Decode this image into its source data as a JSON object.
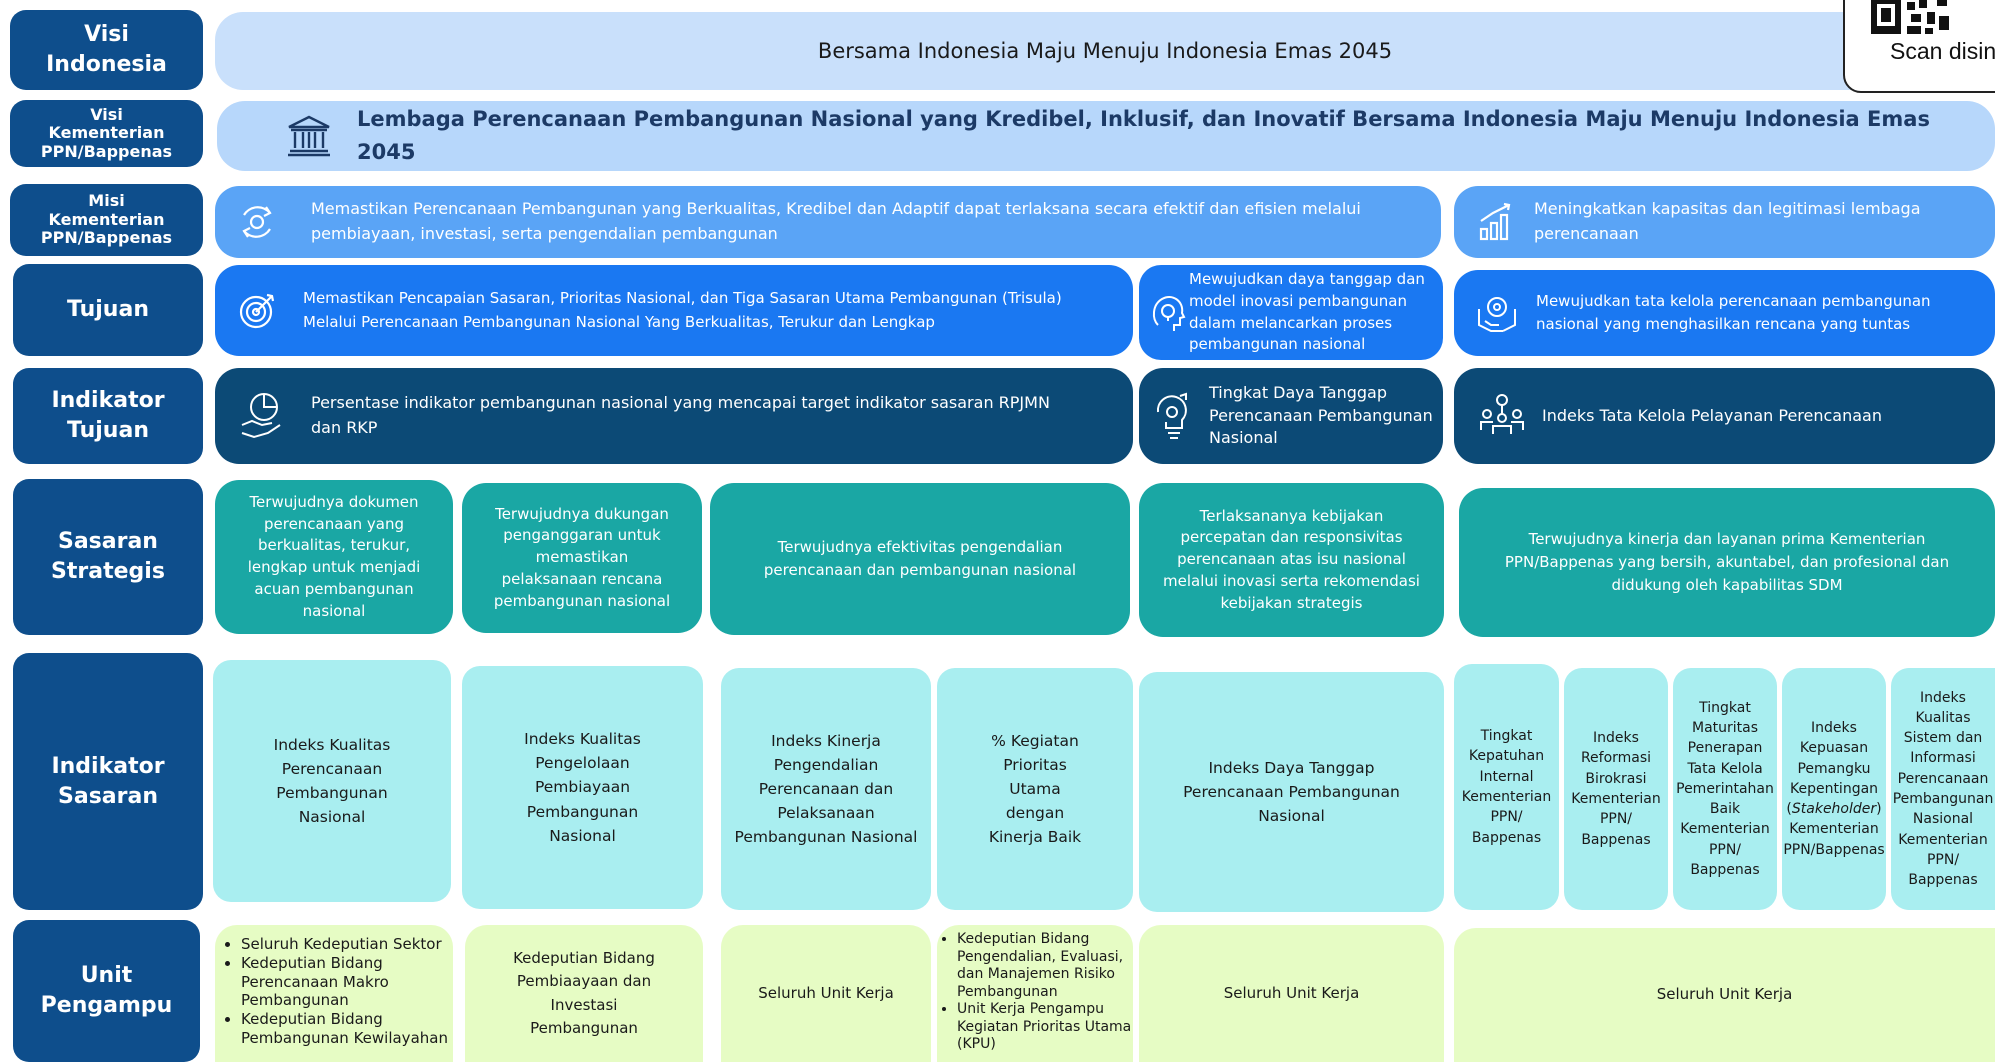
{
  "row_labels": {
    "visi_indonesia": [
      "Visi",
      "Indonesia"
    ],
    "visi_kementerian": [
      "Visi",
      "Kementerian",
      "PPN/Bappenas"
    ],
    "misi_kementerian": [
      "Misi",
      "Kementerian",
      "PPN/Bappenas"
    ],
    "tujuan": [
      "Tujuan"
    ],
    "indikator_tujuan": [
      "Indikator",
      "Tujuan"
    ],
    "sasaran_strategis": [
      "Sasaran",
      "Strategis"
    ],
    "indikator_sasaran": [
      "Indikator",
      "Sasaran"
    ],
    "unit_pengampu": [
      "Unit",
      "Pengampu"
    ]
  },
  "visi_indonesia": "Bersama Indonesia Maju Menuju Indonesia Emas 2045",
  "visi_kementerian": "Lembaga Perencanaan Pembangunan Nasional yang Kredibel, Inklusif, dan Inovatif Bersama Indonesia Maju Menuju Indonesia Emas 2045",
  "misi": [
    "Memastikan Perencanaan Pembangunan yang Berkualitas, Kredibel dan Adaptif dapat terlaksana secara efektif dan efisien melalui pembiayaan, investasi, serta pengendalian pembangunan",
    "Meningkatkan kapasitas dan legitimasi lembaga perencanaan"
  ],
  "tujuan": [
    "Memastikan Pencapaian Sasaran, Prioritas Nasional, dan Tiga Sasaran Utama Pembangunan (Trisula) Melalui Perencanaan Pembangunan Nasional Yang Berkualitas, Terukur dan Lengkap",
    "Mewujudkan daya tanggap dan model inovasi pembangunan dalam melancarkan proses pembangunan nasional",
    "Mewujudkan tata kelola perencanaan pembangunan nasional yang menghasilkan rencana yang tuntas"
  ],
  "indikator_tujuan": [
    "Persentase indikator pembangunan nasional yang mencapai target indikator sasaran RPJMN dan RKP",
    "Tingkat Daya Tanggap Perencanaan Pembangunan Nasional",
    "Indeks Tata Kelola Pelayanan Perencanaan"
  ],
  "sasaran_strategis": [
    "Terwujudnya dokumen perencanaan yang berkualitas, terukur, lengkap untuk menjadi acuan pembangunan nasional",
    "Terwujudnya dukungan penganggaran untuk memastikan pelaksanaan rencana pembangunan nasional",
    "Terwujudnya efektivitas pengendalian perencanaan dan pembangunan nasional",
    "Terlaksananya kebijakan percepatan dan responsivitas perencanaan atas isu nasional melalui inovasi serta rekomendasi kebijakan strategis",
    "Terwujudnya kinerja dan layanan prima Kementerian PPN/Bappenas yang bersih, akuntabel, dan profesional dan didukung oleh kapabilitas SDM"
  ],
  "indikator_sasaran": [
    "Indeks Kualitas Perencanaan Pembangunan Nasional",
    "Indeks Kualitas Pengelolaan Pembiayaan Pembangunan Nasional",
    "Indeks Kinerja Pengendalian Perencanaan dan Pelaksanaan Pembangunan Nasional",
    "% Kegiatan Prioritas Utama dengan Kinerja Baik",
    "Indeks Daya Tanggap Perencanaan Pembangunan Nasional",
    "Tingkat Kepatuhan Internal Kementerian PPN/ Bappenas",
    "Indeks Reformasi Birokrasi Kementerian PPN/ Bappenas",
    "Tingkat Maturitas Penerapan Tata Kelola Pemerintahan Baik Kementerian PPN/ Bappenas",
    {
      "pre": "Indeks Kepuasan Pemangku Kepentingan (",
      "em": "Stakeholder",
      "post": ") Kementerian PPN/Bappenas"
    },
    "Indeks Kualitas Sistem dan Informasi Perencanaan Pembangunan Nasional Kementerian PPN/ Bappenas"
  ],
  "unit_pengampu": {
    "u1": [
      "Seluruh Kedeputian Sektor",
      "Kedeputian Bidang Perencanaan Makro Pembangunan",
      "Kedeputian Bidang Pembangunan Kewilayahan"
    ],
    "u2": "Kedeputian Bidang Pembiaayaan dan Investasi Pembangunan",
    "u3": "Seluruh Unit Kerja",
    "u4": [
      "Kedeputian Bidang Pengendalian, Evaluasi, dan Manajemen Risiko Pembangunan",
      "Unit Kerja Pengampu Kegiatan Prioritas Utama (KPU)"
    ],
    "u5": "Seluruh Unit Kerja",
    "u6": "Seluruh Unit Kerja"
  },
  "qr_label": "Scan disini",
  "icons": [
    "bank-icon",
    "cycle-icon",
    "growth-chart-icon",
    "target-icon",
    "lightbulb-head-icon",
    "hand-care-icon",
    "pie-chart-hand-icon",
    "lightbulb-gear-icon",
    "team-network-icon"
  ],
  "colors": {
    "label": "#0e4e8c",
    "visi": "#c9e0fb",
    "misi": "#5aa4f6",
    "tujuan": "#1a78f2",
    "indikator_tujuan": "#0c4a76",
    "sasaran": "#1aa7a4",
    "indikator_sasaran": "#a9eef0",
    "unit": "#e6fcc4"
  }
}
